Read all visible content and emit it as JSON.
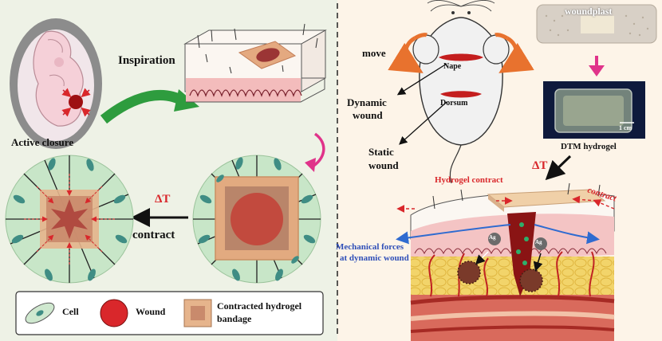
{
  "left": {
    "active_closure": "Active closure",
    "inspiration": "Inspiration",
    "delta_t": "ΔT",
    "contract": "contract",
    "legend": {
      "cell": "Cell",
      "wound": "Wound",
      "bandage_line1": "Contracted hydrogel",
      "bandage_line2": "bandage"
    }
  },
  "right": {
    "move": "move",
    "nape": "Nape",
    "dorsum": "Dorsum",
    "dynamic_wound_line1": "Dynamic",
    "dynamic_wound_line2": "wound",
    "static_wound_line1": "Static",
    "static_wound_line2": "wound",
    "woundplast": "woundplast",
    "dtm_hydrogel": "DTM hydrogel",
    "scale_bar": "1 cm",
    "hydrogel_contract": "Hydrogel contract",
    "delta_t": "ΔT",
    "contract": "contract",
    "mechanical_line1": "Mechanical forces",
    "mechanical_line2": "at dynamic wound",
    "ag": "Ag"
  },
  "colors": {
    "left_bg": "#eef2e6",
    "right_bg": "#fdf4e8",
    "inspiration_arrow": "#2e9c3e",
    "magenta_arrow": "#e0338a",
    "wound_red": "#d9272b",
    "bandage": "#d9a07d",
    "cell": "#5aa392",
    "skin_pink": "#f4c4c4",
    "fat_yellow": "#f0d36b",
    "blue_label": "#2f4fb8",
    "red_label": "#d9272b"
  }
}
